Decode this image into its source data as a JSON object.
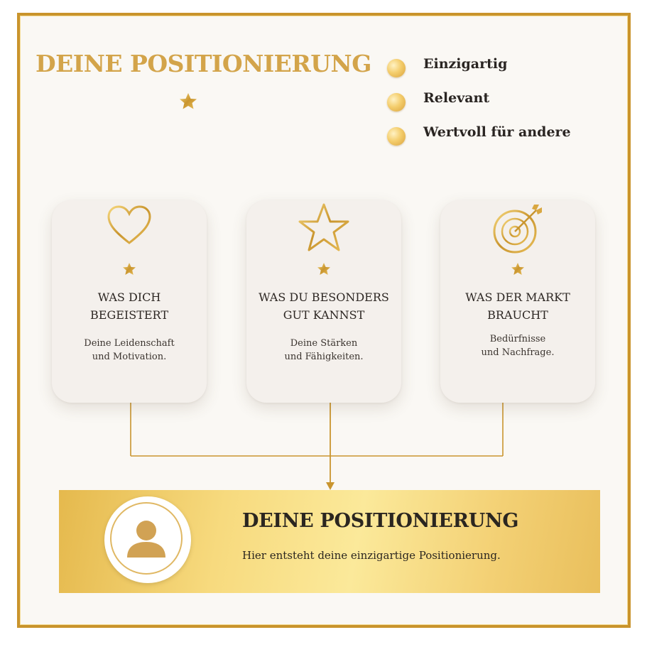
{
  "header": {
    "title": "DEINE POSITIONIERUNG",
    "bullets": [
      {
        "label": "Einzigartig",
        "icon": "gold-dot-icon"
      },
      {
        "label": "Relevant",
        "icon": "gold-dot-icon"
      },
      {
        "label": "Wertvoll für andere",
        "icon": "gold-dot-icon"
      }
    ]
  },
  "cards": [
    {
      "icon": "heart-icon",
      "title": "WAS DICH\nBEGEISTERT",
      "description": "Deine Leidenschaft\nund Motivation."
    },
    {
      "icon": "star-icon",
      "title": "WAS DU BESONDERS\nGUT KANNST",
      "description": "Deine Stärken\nund Fähigkeiten."
    },
    {
      "icon": "target-icon",
      "title": "WAS DER MARKT\nBRAUCHT",
      "description": "Bedürfnisse\nund Nachfrage."
    }
  ],
  "result": {
    "icon": "person-icon",
    "title": "DEINE POSITIONIERUNG",
    "subtitle": "Hier entsteht deine einzigartige Positionierung."
  },
  "colors": {
    "gold": "#d3a44a",
    "frame": "#c9942c",
    "text": "#2b2620",
    "background": "#faf8f4"
  }
}
